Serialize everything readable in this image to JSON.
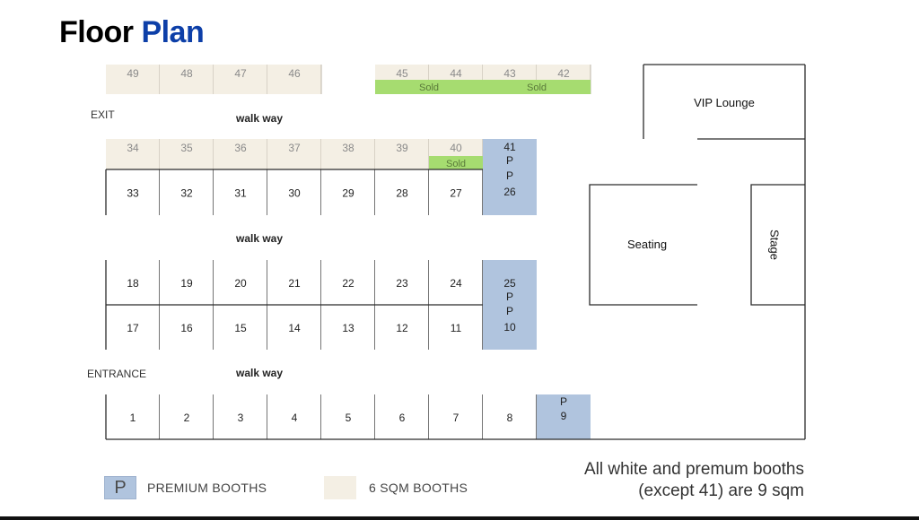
{
  "title": {
    "part1": "Floor",
    "part2": "Plan"
  },
  "colors": {
    "premium": "#b0c4de",
    "small": "#f4efe4",
    "sold": "#a6dc70",
    "line": "#2b2b2b",
    "title_accent": "#0d3fa8"
  },
  "sold_label": "Sold",
  "rows": [
    {
      "booths": [
        {
          "label": "49",
          "type": "small"
        },
        {
          "label": "48",
          "type": "small"
        },
        {
          "label": "47",
          "type": "small"
        },
        {
          "label": "46",
          "type": "small"
        },
        {
          "label": "",
          "type": "gap"
        },
        {
          "label": "45",
          "type": "small",
          "sold": true
        },
        {
          "label": "44",
          "type": "small",
          "sold": true
        },
        {
          "label": "43",
          "type": "small",
          "sold": true
        },
        {
          "label": "42",
          "type": "small",
          "sold": true
        }
      ],
      "sold_groups": [
        [
          5,
          6
        ],
        [
          7,
          8
        ]
      ]
    },
    {
      "booths": [
        {
          "label": "34",
          "type": "small"
        },
        {
          "label": "35",
          "type": "small"
        },
        {
          "label": "36",
          "type": "small"
        },
        {
          "label": "37",
          "type": "small"
        },
        {
          "label": "38",
          "type": "small"
        },
        {
          "label": "39",
          "type": "small"
        },
        {
          "label": "40",
          "type": "small",
          "sold": true
        },
        {
          "label": "41",
          "sub": "P",
          "type": "premium"
        }
      ],
      "sold_groups": [
        [
          6,
          6
        ]
      ]
    },
    {
      "booths": [
        {
          "label": "33",
          "type": "white"
        },
        {
          "label": "32",
          "type": "white"
        },
        {
          "label": "31",
          "type": "white"
        },
        {
          "label": "30",
          "type": "white"
        },
        {
          "label": "29",
          "type": "white"
        },
        {
          "label": "28",
          "type": "white"
        },
        {
          "label": "27",
          "type": "white"
        },
        {
          "label": "26",
          "pre": "P",
          "type": "premium"
        }
      ]
    },
    {
      "booths": [
        {
          "label": "18",
          "type": "white"
        },
        {
          "label": "19",
          "type": "white"
        },
        {
          "label": "20",
          "type": "white"
        },
        {
          "label": "21",
          "type": "white"
        },
        {
          "label": "22",
          "type": "white"
        },
        {
          "label": "23",
          "type": "white"
        },
        {
          "label": "24",
          "type": "white"
        },
        {
          "label": "25",
          "sub": "P",
          "type": "premium"
        }
      ]
    },
    {
      "booths": [
        {
          "label": "17",
          "type": "white"
        },
        {
          "label": "16",
          "type": "white"
        },
        {
          "label": "15",
          "type": "white"
        },
        {
          "label": "14",
          "type": "white"
        },
        {
          "label": "13",
          "type": "white"
        },
        {
          "label": "12",
          "type": "white"
        },
        {
          "label": "11",
          "type": "white"
        },
        {
          "label": "10",
          "pre": "P",
          "type": "premium"
        }
      ]
    },
    {
      "booths": [
        {
          "label": "1",
          "type": "white"
        },
        {
          "label": "2",
          "type": "white"
        },
        {
          "label": "3",
          "type": "white"
        },
        {
          "label": "4",
          "type": "white"
        },
        {
          "label": "5",
          "type": "white"
        },
        {
          "label": "6",
          "type": "white"
        },
        {
          "label": "7",
          "type": "white"
        },
        {
          "label": "8",
          "type": "white"
        },
        {
          "label": "9",
          "pre": "P",
          "type": "premium"
        }
      ]
    }
  ],
  "labels": {
    "exit": "EXIT",
    "entrance": "ENTRANCE",
    "walkway_top": "walk way",
    "walkway_mid": "walk way",
    "walkway_bottom": "walk way",
    "vip_lounge": "VIP Lounge",
    "seating": "Seating",
    "stage": "Stage"
  },
  "legend": {
    "premium_swatch": "P",
    "premium_label": "PREMIUM BOOTHS",
    "small_label": "6 SQM BOOTHS"
  },
  "note": {
    "line1": "All white and premum booths",
    "line2": "(except 41) are 9 sqm"
  }
}
